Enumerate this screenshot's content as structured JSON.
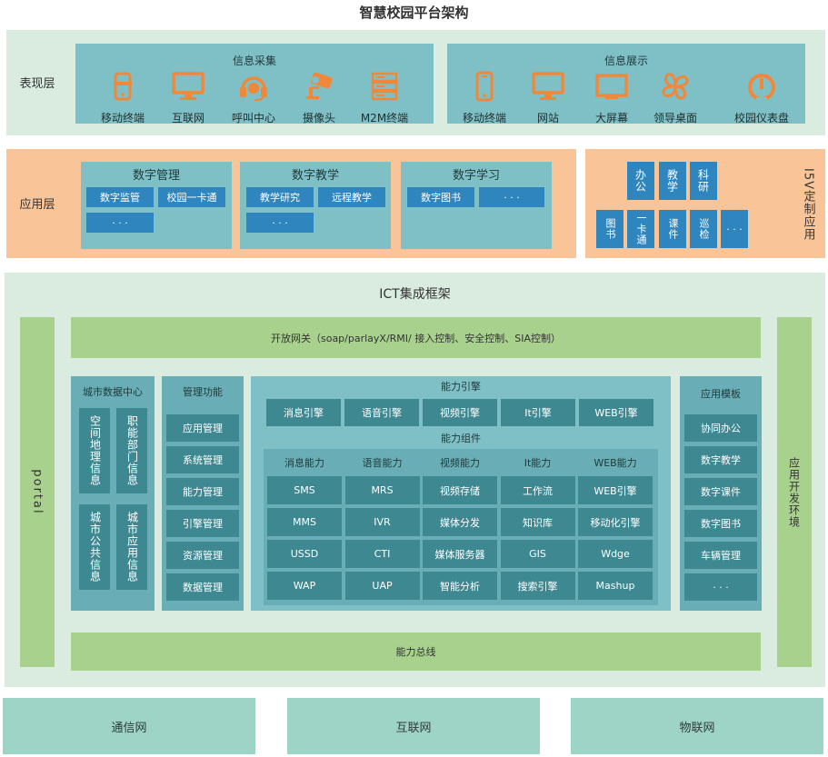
{
  "title": "智慧校园平台架构",
  "presentation": {
    "label": "表现层",
    "collect": {
      "title": "信息采集",
      "items": [
        {
          "label": "移动终端",
          "icon": "mobile-terminal-icon"
        },
        {
          "label": "互联网",
          "icon": "monitor-icon"
        },
        {
          "label": "呼叫中心",
          "icon": "headset-icon"
        },
        {
          "label": "摄像头",
          "icon": "camera-icon"
        },
        {
          "label": "M2M终端",
          "icon": "server-stack-icon"
        }
      ]
    },
    "display": {
      "title": "信息展示",
      "items": [
        {
          "label": "移动终端",
          "icon": "phone-icon"
        },
        {
          "label": "网站",
          "icon": "monitor-icon"
        },
        {
          "label": "大屏幕",
          "icon": "big-screen-icon"
        },
        {
          "label": "领导桌面",
          "icon": "clover-icon"
        },
        {
          "label": "校园仪表盘",
          "icon": "gauge-icon"
        }
      ]
    }
  },
  "application": {
    "label": "应用层",
    "groups": [
      {
        "title": "数字管理",
        "items": [
          "数字监管",
          "校园一卡通",
          "· · ·"
        ]
      },
      {
        "title": "数字教学",
        "items": [
          "教学研究",
          "远程教学",
          "· · ·"
        ]
      },
      {
        "title": "数字学习",
        "items": [
          "数字图书",
          "· · ·"
        ]
      }
    ],
    "custom": {
      "label": "I5V定制应用",
      "row1": [
        "办公",
        "教学",
        "科研"
      ],
      "row2": [
        "图书",
        "一卡通",
        "课件",
        "巡检",
        "· · ·"
      ]
    }
  },
  "ict": {
    "title": "ICT集成框架",
    "portal": "portal",
    "gateway": "开放网关（soap/parlayX/RMI/ 接入控制、安全控制、SIA控制）",
    "bus": "能力总线",
    "dev_env": "应用开发环境",
    "city_data": {
      "title": "城市数据中心",
      "items": [
        "空间地理信息",
        "职能部门信息",
        "城市公共信息",
        "城市应用信息"
      ]
    },
    "mgmt": {
      "title": "管理功能",
      "items": [
        "应用管理",
        "系统管理",
        "能力管理",
        "引擎管理",
        "资源管理",
        "数据管理"
      ]
    },
    "engine": {
      "title": "能力引擎",
      "items": [
        "消息引擎",
        "语音引擎",
        "视频引擎",
        "It引擎",
        "WEB引擎"
      ]
    },
    "components": {
      "title": "能力组件",
      "columns": [
        {
          "title": "消息能力",
          "items": [
            "SMS",
            "MMS",
            "USSD",
            "WAP"
          ]
        },
        {
          "title": "语音能力",
          "items": [
            "MRS",
            "IVR",
            "CTI",
            "UAP"
          ]
        },
        {
          "title": "视频能力",
          "items": [
            "视频存储",
            "媒体分发",
            "媒体服务器",
            "智能分析"
          ]
        },
        {
          "title": "It能力",
          "items": [
            "工作流",
            "知识库",
            "GIS",
            "搜索引擎"
          ]
        },
        {
          "title": "WEB能力",
          "items": [
            "WEB引擎",
            "移动化引擎",
            "Wdge",
            "Mashup"
          ]
        }
      ]
    },
    "templates": {
      "title": "应用模板",
      "items": [
        "协同办公",
        "数字教学",
        "数字课件",
        "数字图书",
        "车辆管理",
        "· · ·"
      ]
    }
  },
  "networks": [
    "通信网",
    "互联网",
    "物联网"
  ],
  "colors": {
    "icon_orange": "#f0883a",
    "cell_dark": "#3e8892",
    "cell_blue": "#2f86bf"
  }
}
